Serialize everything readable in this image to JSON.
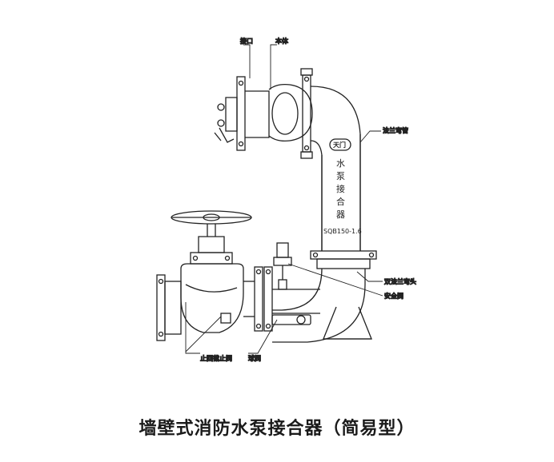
{
  "labels": {
    "interface": "接口",
    "body": "本体",
    "flange_elbow": "法兰弯管",
    "double_flange_elbow": "双法兰弯头",
    "safety_valve": "安全阀",
    "check_valve": "止回截止阀",
    "ball_valve": "球阀"
  },
  "pipe_text": [
    "水",
    "泵",
    "接",
    "合",
    "器"
  ],
  "badge": "天门",
  "model": "SQB150-1.6",
  "caption": "墙壁式消防水泵接合器（简易型）"
}
